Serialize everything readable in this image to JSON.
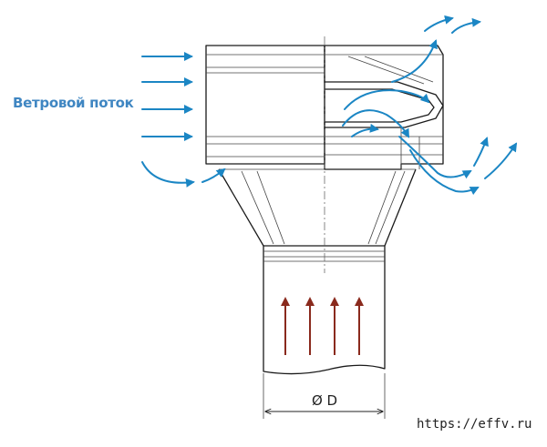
{
  "labels": {
    "wind_flow": "Ветровой поток",
    "diameter": "Ø D",
    "source_url": "https://effv.ru"
  },
  "colors": {
    "wind_arrow": "#1b86c4",
    "wind_label": "#3f86c2",
    "exhaust_arrow": "#8a2a1d",
    "outline": "#1a1a1a"
  }
}
